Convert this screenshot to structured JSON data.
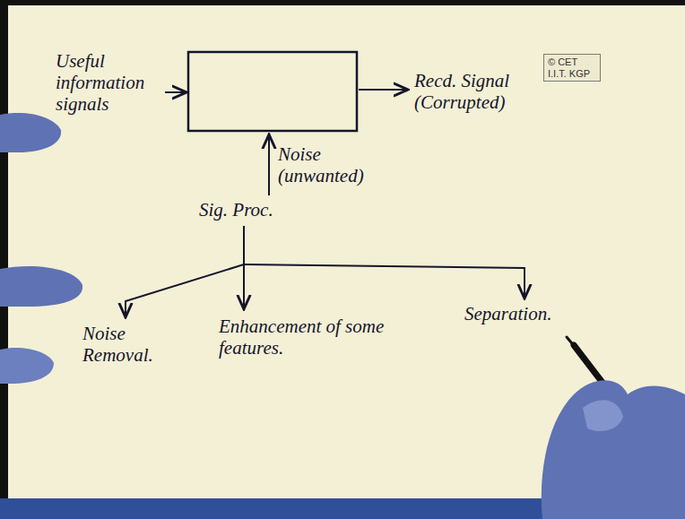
{
  "diagram": {
    "nodes": [
      {
        "text": [
          "© CET I.I.T. KGP"
        ]
      }
    ],
    "labels": [
      "Useful information signals",
      "Recd. Signal (Corrupted)",
      "Noise (unwanted)",
      "Sig. Proc.",
      "Noise Removal.",
      "Enhancement of some features.",
      "Separation."
    ]
  }
}
